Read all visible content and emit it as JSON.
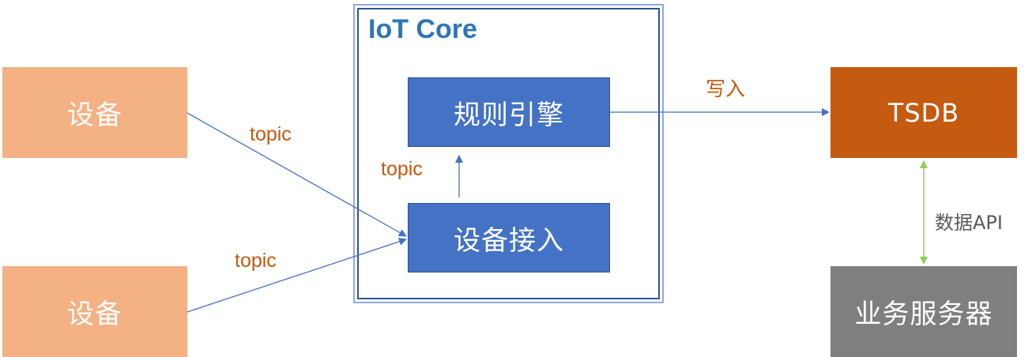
{
  "devices": [
    "设备",
    "设备"
  ],
  "core": {
    "title": "IoT Core",
    "rule_engine": "规则引擎",
    "device_access": "设备接入"
  },
  "tsdb": "TSDB",
  "server": "业务服务器",
  "labels": {
    "topic_top": "topic",
    "topic_bottom": "topic",
    "topic_inner": "topic",
    "write": "写入",
    "data_api": "数据API"
  },
  "colors": {
    "device": "#f4b183",
    "inner_box": "#4472c4",
    "tsdb": "#c55a11",
    "server": "#7f7f7f",
    "core_title": "#2e75b6",
    "label": "#c55a11",
    "arrow_blue": "#4472c4",
    "arrow_green": "#92d050"
  }
}
